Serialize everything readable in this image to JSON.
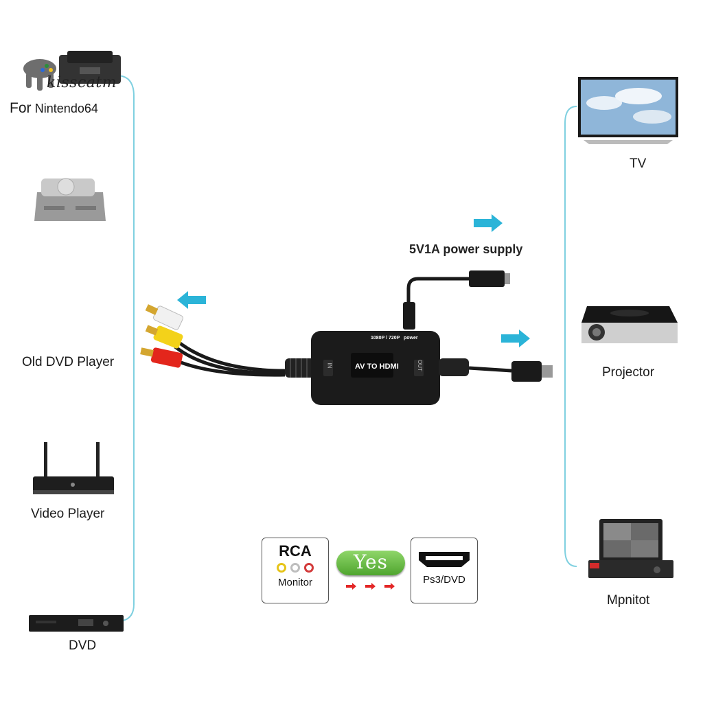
{
  "watermark": "kisscatm",
  "left_devices": [
    {
      "prefix": "For",
      "label": "Nintendo64",
      "icon": "n64-console-icon"
    },
    {
      "label": "",
      "icon": "ps1-console-icon"
    },
    {
      "label": "Old DVD Player",
      "icon": "rca-plug-icon"
    },
    {
      "label": "Video Player",
      "icon": "android-box-icon"
    },
    {
      "label": "DVD",
      "icon": "dvd-player-icon"
    }
  ],
  "right_devices": [
    {
      "label": "TV",
      "icon": "tv-icon"
    },
    {
      "label": "Projector",
      "icon": "projector-icon"
    },
    {
      "label": "Mpnitot",
      "icon": "monitor-dvr-icon"
    }
  ],
  "converter": {
    "face_label": "AV TO HDMI",
    "in_label": "IN",
    "out_label": "OUT",
    "top_label": "1080P / 720P",
    "power_label": "power"
  },
  "power_supply": "5V1A power supply",
  "compat": {
    "rca_title": "RCA",
    "rca_sub": "Monitor",
    "yes": "Yes",
    "hdmi_sub": "Ps3/DVD"
  },
  "colors": {
    "accent_line": "#7fd0e0",
    "arrow": "#2bb4d8",
    "yes_green": "#6cc04a",
    "small_arrow_red": "#e32626"
  }
}
